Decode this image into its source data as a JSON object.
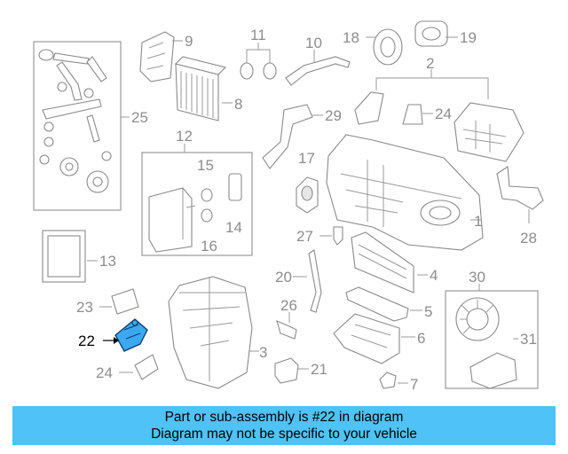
{
  "diagram": {
    "highlighted_part": "22",
    "highlight_color": "#3aa9f0",
    "callouts": [
      {
        "id": "c1",
        "label": "1"
      },
      {
        "id": "c2",
        "label": "2"
      },
      {
        "id": "c3",
        "label": "3"
      },
      {
        "id": "c4",
        "label": "4"
      },
      {
        "id": "c5",
        "label": "5"
      },
      {
        "id": "c6",
        "label": "6"
      },
      {
        "id": "c7",
        "label": "7"
      },
      {
        "id": "c8",
        "label": "8"
      },
      {
        "id": "c9",
        "label": "9"
      },
      {
        "id": "c10",
        "label": "10"
      },
      {
        "id": "c11",
        "label": "11"
      },
      {
        "id": "c12",
        "label": "12"
      },
      {
        "id": "c13",
        "label": "13"
      },
      {
        "id": "c14",
        "label": "14"
      },
      {
        "id": "c15",
        "label": "15"
      },
      {
        "id": "c16",
        "label": "16"
      },
      {
        "id": "c17",
        "label": "17"
      },
      {
        "id": "c18",
        "label": "18"
      },
      {
        "id": "c19",
        "label": "19"
      },
      {
        "id": "c20",
        "label": "20"
      },
      {
        "id": "c21",
        "label": "21"
      },
      {
        "id": "c22",
        "label": "22"
      },
      {
        "id": "c23",
        "label": "23"
      },
      {
        "id": "c24a",
        "label": "24"
      },
      {
        "id": "c24b",
        "label": "24"
      },
      {
        "id": "c25",
        "label": "25"
      },
      {
        "id": "c26",
        "label": "26"
      },
      {
        "id": "c27",
        "label": "27"
      },
      {
        "id": "c28",
        "label": "28"
      },
      {
        "id": "c29",
        "label": "29"
      },
      {
        "id": "c30",
        "label": "30"
      },
      {
        "id": "c31",
        "label": "31"
      }
    ]
  },
  "banner": {
    "line1": "Part or sub-assembly is #22 in diagram",
    "line2": "Diagram may not be specific to your vehicle",
    "background": "#4fc2f7"
  }
}
